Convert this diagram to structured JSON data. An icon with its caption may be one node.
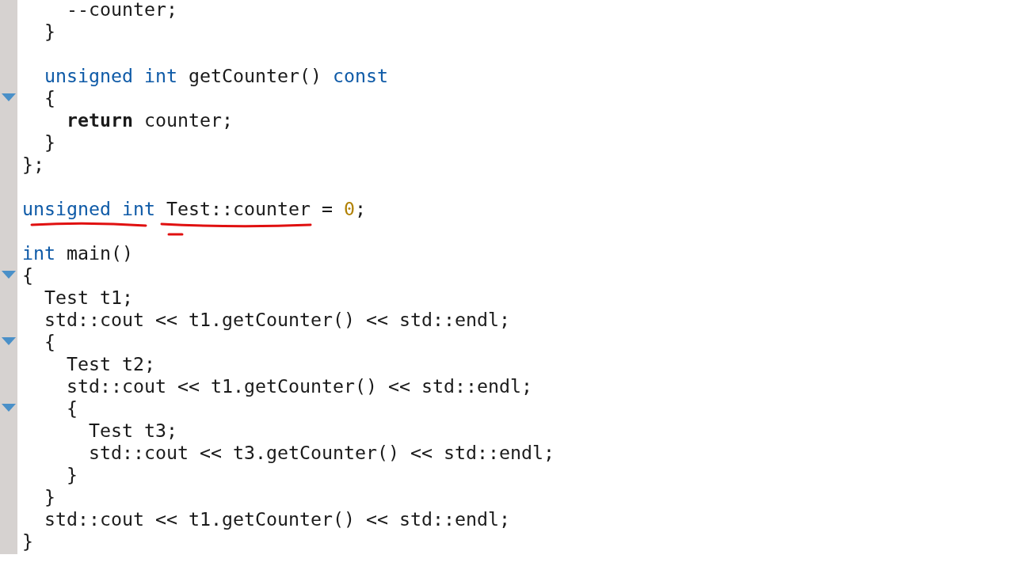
{
  "diagram": {
    "labels": [
      "--counter;",
      "}",
      "unsigned int getCounter() const",
      "{",
      "return counter;",
      "}",
      "};",
      "unsigned int Test::counter = 0;",
      "int main()",
      "{",
      "Test t1;",
      "std::cout << t1.getCounter() << std::endl;",
      "{",
      "Test t2;",
      "std::cout << t1.getCounter() << std::endl;",
      "{",
      "Test t3;",
      "std::cout << t3.getCounter() << std::endl;",
      "}",
      "}",
      "std::cout << t1.getCounter() << std::endl;",
      "}"
    ]
  }
}
